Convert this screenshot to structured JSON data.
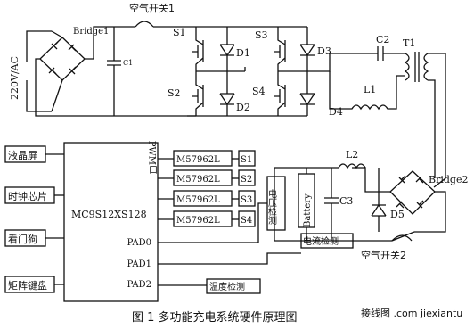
{
  "source": {
    "label": "220V/AC"
  },
  "bridge1": {
    "label": "Bridge1"
  },
  "air_switch_1": {
    "label": "空气开关1"
  },
  "cap_c1": {
    "label": "C1"
  },
  "switches": {
    "s1": "S1",
    "s2": "S2",
    "s3": "S3",
    "s4": "S4"
  },
  "diodes": {
    "d1": "D1",
    "d2": "D2",
    "d3": "D3",
    "d4": "D4",
    "d5": "D5"
  },
  "cap_c2": {
    "label": "C2"
  },
  "transformer": {
    "label": "T1"
  },
  "inductor_l1": {
    "label": "L1"
  },
  "inductor_l2": {
    "label": "L2"
  },
  "cap_c3": {
    "label": "C3"
  },
  "battery": {
    "label": "Battery"
  },
  "bridge2": {
    "label": "Bridge2"
  },
  "air_switch_2": {
    "label": "空气开关2"
  },
  "mcu": {
    "label": "MC9S12XS128",
    "pwm_label": "PWM口",
    "pad0": "PAD0",
    "pad1": "PAD1",
    "pad2": "PAD2"
  },
  "peripherals": {
    "lcd": "液晶屏",
    "clock": "时钟芯片",
    "watchdog": "看门狗",
    "keypad": "矩阵键盘"
  },
  "drivers": [
    {
      "chip": "M57962L",
      "out": "S1"
    },
    {
      "chip": "M57962L",
      "out": "S2"
    },
    {
      "chip": "M57962L",
      "out": "S3"
    },
    {
      "chip": "M57962L",
      "out": "S4"
    }
  ],
  "sensors": {
    "voltage": "电压检测",
    "current": "电流检测",
    "temperature": "温度检测"
  },
  "caption": "图 1  多功能充电系统硬件原理图",
  "watermark": "接线图 .com jiexiantu"
}
